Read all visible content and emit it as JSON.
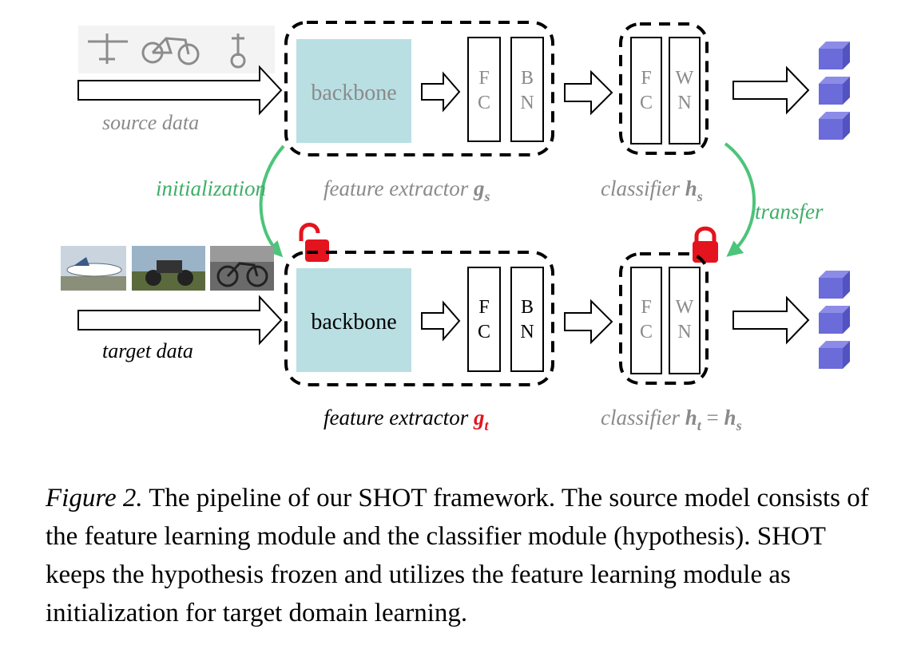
{
  "diagram": {
    "source_label": "source data",
    "target_label": "target data",
    "backbone_label": "backbone",
    "fc": [
      "F",
      "C"
    ],
    "bn": [
      "B",
      "N"
    ],
    "wn": [
      "W",
      "N"
    ],
    "initialization_label": "initialization",
    "transfer_label": "transfer",
    "feature_extractor_text": "feature extractor ",
    "classifier_text": "classifier ",
    "g_base": "g",
    "h_base": "h",
    "sub_s": "s",
    "sub_t": "t",
    "equals": " = "
  },
  "caption": {
    "lead": "Figure 2.",
    "text": " The pipeline of our SHOT framework. The source model consists of the feature learning module and the classifier module (hypothesis). SHOT keeps the hypothesis frozen and utilizes the feature learning module as initialization for target domain learning."
  },
  "colors": {
    "backbone_fill": "#b9dfe3",
    "green": "#4cc47a",
    "lock_red": "#e3141e",
    "cube": "#6b6bd9",
    "grey_text": "#8a8a8a"
  }
}
